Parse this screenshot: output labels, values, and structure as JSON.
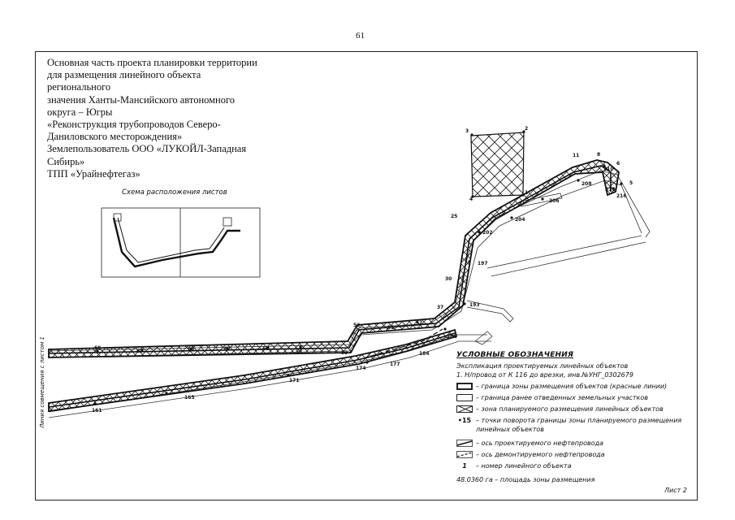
{
  "page": {
    "number": "61"
  },
  "title_block": {
    "lines": [
      "Основная часть проекта планировки территории",
      "для размещения линейного объекта",
      "регионального",
      "значения Ханты-Мансийского автономного",
      "округа – Югры",
      "«Реконструкция трубопроводов Северо-",
      "Даниловского месторождения»",
      "Землепользователь ООО «ЛУКОЙЛ-Западная",
      "Сибирь»",
      "ТПП «Урайнефтегаз»"
    ]
  },
  "inset": {
    "label": "Схема расположения листов"
  },
  "side_label": "Линия совмещения с листом 1",
  "map": {
    "point_labels": [
      {
        "id": "p3",
        "text": "3"
      },
      {
        "id": "p2",
        "text": "2"
      },
      {
        "id": "p1",
        "text": "1"
      },
      {
        "id": "p4",
        "text": "4"
      },
      {
        "id": "p11",
        "text": "11"
      },
      {
        "id": "p8",
        "text": "8"
      },
      {
        "id": "p6",
        "text": "6"
      },
      {
        "id": "p210",
        "text": "210"
      },
      {
        "id": "p5",
        "text": "5"
      },
      {
        "id": "p208",
        "text": "208"
      },
      {
        "id": "p215",
        "text": "215"
      },
      {
        "id": "p216",
        "text": "216"
      },
      {
        "id": "p206",
        "text": "206"
      },
      {
        "id": "p25",
        "text": "25"
      },
      {
        "id": "p204",
        "text": "204"
      },
      {
        "id": "p202",
        "text": "202"
      },
      {
        "id": "p197",
        "text": "197"
      },
      {
        "id": "p30",
        "text": "30"
      },
      {
        "id": "p37",
        "text": "37"
      },
      {
        "id": "p193",
        "text": "193"
      },
      {
        "id": "p42",
        "text": "42"
      },
      {
        "id": "p52",
        "text": "52"
      },
      {
        "id": "p51",
        "text": "51"
      },
      {
        "id": "p186",
        "text": "186"
      },
      {
        "id": "p184",
        "text": "184"
      },
      {
        "id": "p53",
        "text": "53"
      },
      {
        "id": "p177",
        "text": "177"
      },
      {
        "id": "p174",
        "text": "174"
      },
      {
        "id": "p171",
        "text": "171"
      },
      {
        "id": "p165",
        "text": "165"
      },
      {
        "id": "p161",
        "text": "161"
      },
      {
        "id": "p69",
        "text": "69"
      },
      {
        "id": "p67",
        "text": "67"
      },
      {
        "id": "p65",
        "text": "65"
      },
      {
        "id": "p62",
        "text": "62"
      },
      {
        "id": "p60",
        "text": "60"
      },
      {
        "id": "p57",
        "text": "57"
      }
    ]
  },
  "legend": {
    "title": "УСЛОВНЫЕ ОБОЗНАЧЕНИЯ",
    "explication_title": "Экспликация проектируемых линейных объектов",
    "object_line": "1. Н/провод от К 116 до врезки, инв.№УНГ_0302679",
    "items": [
      {
        "id": "red",
        "text": "– граница зоны размещения объектов (красные линии)"
      },
      {
        "id": "thin",
        "text": "– граница ранее отведенных земельных участков"
      },
      {
        "id": "hatch",
        "text": "– зона планируемого размещения линейных объектов"
      },
      {
        "id": "point",
        "symbol": "•15",
        "text": "– точки поворота границы зоны планируемого размещения"
      }
    ],
    "point_continuation": "линейных объектов",
    "items2": [
      {
        "id": "projected",
        "text": "– ось проектируемого нефтепровода"
      },
      {
        "id": "dismantled",
        "text": "– ось демонтируемого нефтепровода"
      },
      {
        "id": "number",
        "symbol": "1",
        "text": "– номер линейного объекта"
      }
    ],
    "area_line": "48.0360 га – площадь зоны размещения"
  },
  "sheet": {
    "label": "Лист 2"
  }
}
